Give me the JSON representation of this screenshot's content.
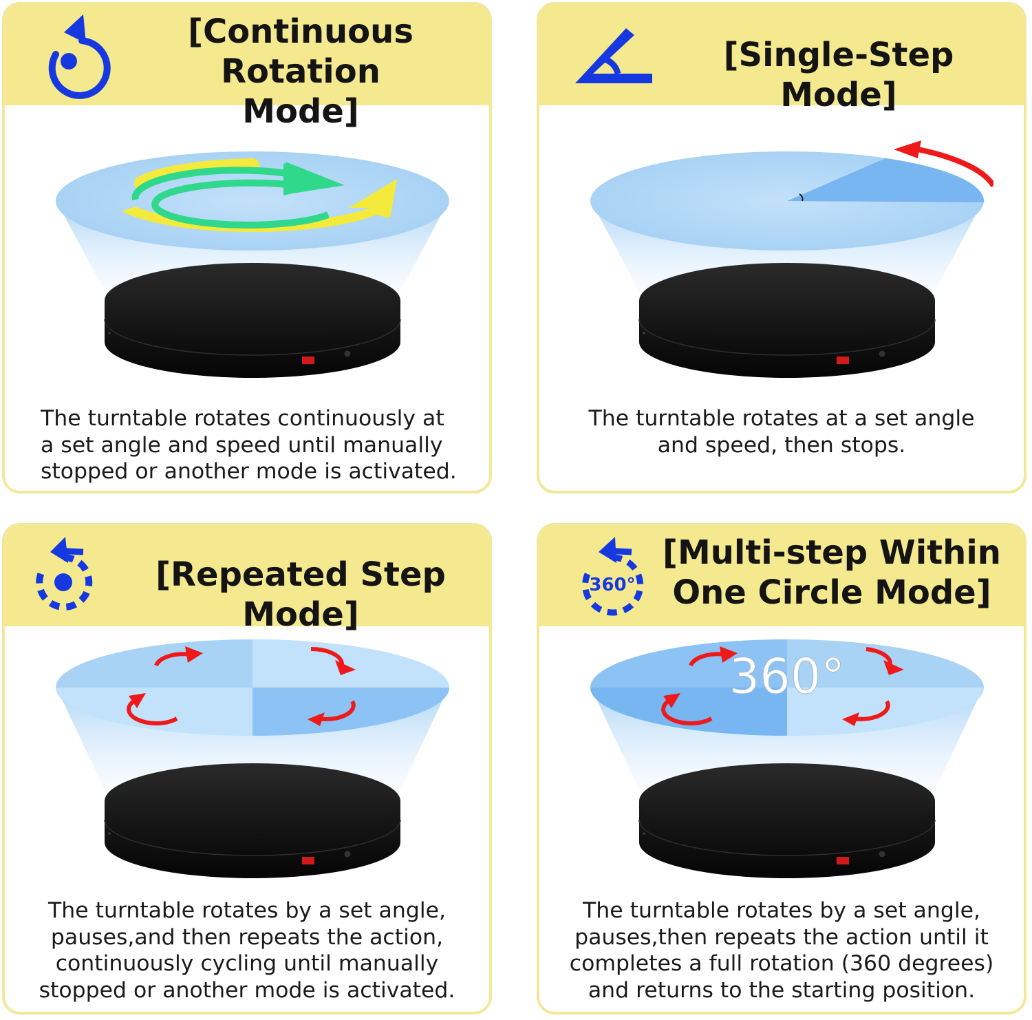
{
  "modes": [
    {
      "title": "[Continuous Rotation Mode]",
      "title_line1": "[Continuous Rotation",
      "title_line2": "Mode]",
      "icon": "rotate-counterclockwise-icon",
      "desc_lines": [
        "The turntable rotates continuously at",
        "a set angle and speed until manually",
        "stopped or another mode is activated."
      ]
    },
    {
      "title": "[Single-Step Mode]",
      "icon": "angle-icon",
      "desc_lines": [
        "The turntable rotates at a set angle",
        "and speed, then stops."
      ]
    },
    {
      "title": "[Repeated Step Mode]",
      "icon": "dashed-rotate-icon",
      "desc_lines": [
        "The turntable rotates by a set angle,",
        "pauses,and then repeats the action,",
        "continuously cycling until manually",
        "stopped or another mode is activated."
      ]
    },
    {
      "title": "[Multi-step Within One Circle Mode]",
      "title_line1": "[Multi-step Within",
      "title_line2": "One Circle Mode]",
      "icon": "rotate-360-icon",
      "icon_text": "360°",
      "overlay_text": "360°",
      "desc_lines": [
        "The turntable rotates by a set angle,",
        "pauses,then repeats the action until it",
        "completes a full rotation (360 degrees)",
        "and returns to the starting position."
      ]
    }
  ],
  "colors": {
    "header_bg": "#f5e98f",
    "card_border": "#f1e89a",
    "icon_blue": "#1638e0",
    "arrow_red": "#ee1a1a",
    "arrow_green": "#2fd88a",
    "arrow_yellow": "#f4ea3c",
    "disc_blue": "#a9d3f5",
    "turntable_black": "#121212"
  }
}
